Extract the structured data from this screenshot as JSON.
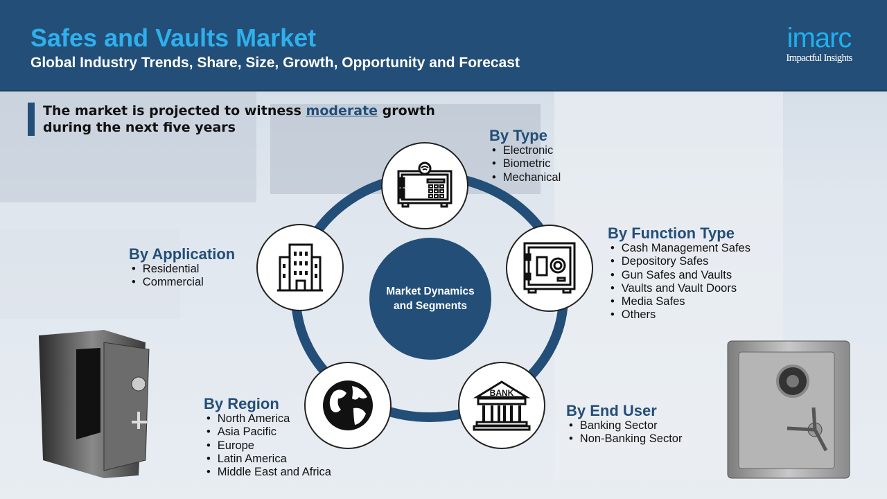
{
  "header": {
    "title": "Safes and Vaults Market",
    "subtitle": "Global Industry Trends, Share, Size, Growth, Opportunity and Forecast"
  },
  "logo": {
    "word": "imarc",
    "tagline": "Impactful Insights"
  },
  "projection": {
    "prefix": "The market is projected to witness ",
    "highlight": "moderate",
    "suffix": " growth during the next five years"
  },
  "center": {
    "line1": "Market Dynamics",
    "line2": "and Segments"
  },
  "segments": {
    "type": {
      "title": "By Type",
      "items": [
        "Electronic",
        "Biometric",
        "Mechanical"
      ]
    },
    "function": {
      "title": "By Function Type",
      "items": [
        "Cash Management Safes",
        "Depository Safes",
        "Gun Safes and Vaults",
        "Vaults and Vault Doors",
        "Media Safes",
        "Others"
      ]
    },
    "end_user": {
      "title": "By End User",
      "items": [
        "Banking Sector",
        "Non-Banking Sector"
      ]
    },
    "region": {
      "title": "By Region",
      "items": [
        "North America",
        "Asia Pacific",
        "Europe",
        "Latin America",
        "Middle East and Africa"
      ]
    },
    "application": {
      "title": "By Application",
      "items": [
        "Residential",
        "Commercial"
      ]
    }
  },
  "bank_icon_label": "BANK"
}
